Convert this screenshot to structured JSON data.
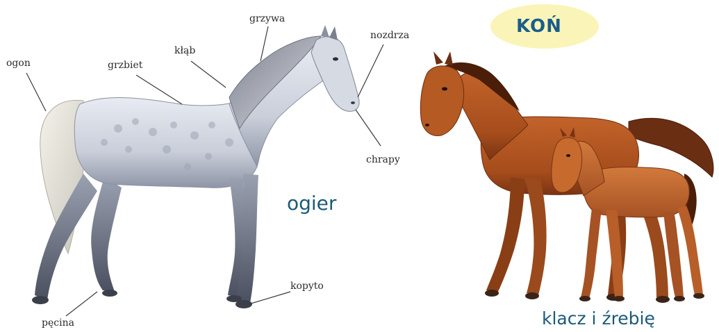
{
  "title": "KOŃ",
  "stallion": {
    "caption": "ogier",
    "labels": {
      "ogon": "ogon",
      "grzbiet": "grzbiet",
      "klab": "kłąb",
      "grzywa": "grzywa",
      "nozdrza": "nozdrza",
      "chrapy": "chrapy",
      "kopyto": "kopyto",
      "pecina": "pęcina"
    }
  },
  "mare": {
    "caption": "klacz i źrebię"
  },
  "colors": {
    "title_oval": "#fbf4b8",
    "title_text": "#1a5d8a",
    "caption_text": "#1c5a78",
    "stallion_body": "#d9dde6",
    "stallion_shade": "#8c93a3",
    "mare_body": "#b85a24",
    "mare_dark": "#5a2a12"
  }
}
